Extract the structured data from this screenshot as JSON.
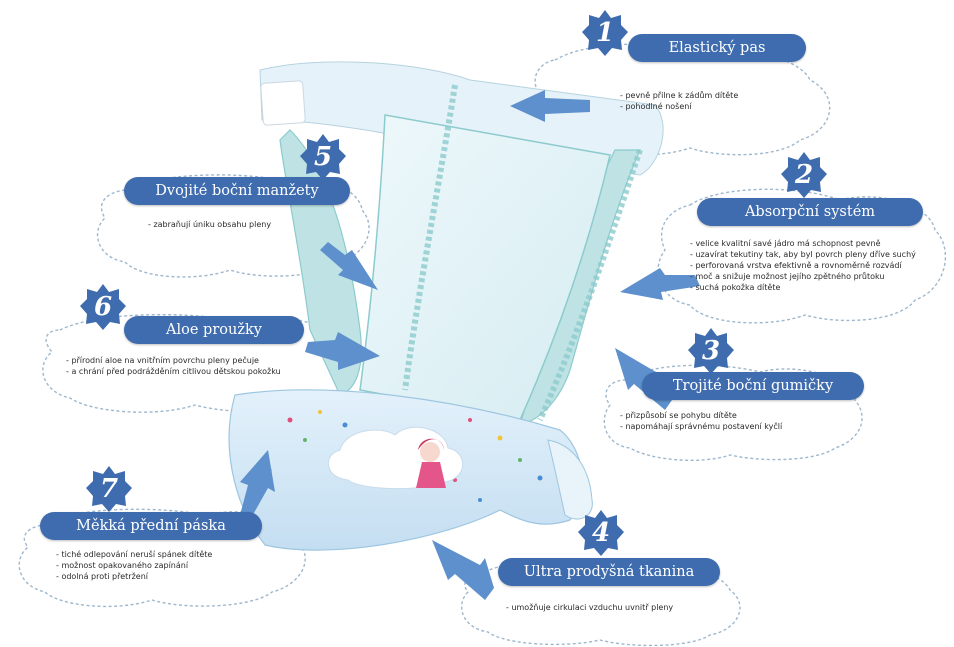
{
  "colors": {
    "badge": "#3f6cae",
    "title_bar": "#3f6cae",
    "arrow": "#5d90cc",
    "cloud_border": "#9fb7cc",
    "diaper_teal": "#8ccbcd"
  },
  "callouts": [
    {
      "number": "1",
      "title": "Elastický pas",
      "bullets": [
        "pevně přilne k zádům dítěte",
        "pohodlné nošení"
      ]
    },
    {
      "number": "2",
      "title": "Absorpční systém",
      "bullets": [
        "velice kvalitní savé jádro má schopnost pevně",
        "uzavírat tekutiny tak, aby byl povrch pleny dříve suchý",
        "perforovaná vrstva efektivně a rovnoměrně rozvádí",
        "moč a snižuje možnost jejího zpětného průtoku",
        "suchá pokožka dítěte"
      ]
    },
    {
      "number": "3",
      "title": "Trojité boční gumičky",
      "bullets": [
        "přizpůsobí se pohybu dítěte",
        "napomáhají správnému postavení kyčlí"
      ]
    },
    {
      "number": "4",
      "title": "Ultra prodyšná tkanina",
      "bullets": [
        "umožňuje cirkulaci vzduchu uvnitř pleny"
      ]
    },
    {
      "number": "5",
      "title": "Dvojité boční manžety",
      "bullets": [
        "zabraňují úniku obsahu pleny"
      ]
    },
    {
      "number": "6",
      "title": "Aloe proužky",
      "bullets": [
        "přírodní aloe na vnitřním povrchu pleny pečuje",
        "a chrání před podrážděním citlivou dětskou pokožku"
      ]
    },
    {
      "number": "7",
      "title": "Měkká přední páska",
      "bullets": [
        "tiché odlepování neruší spánek dítěte",
        "možnost opakovaného zapínání",
        "odolná proti přetržení"
      ]
    }
  ]
}
